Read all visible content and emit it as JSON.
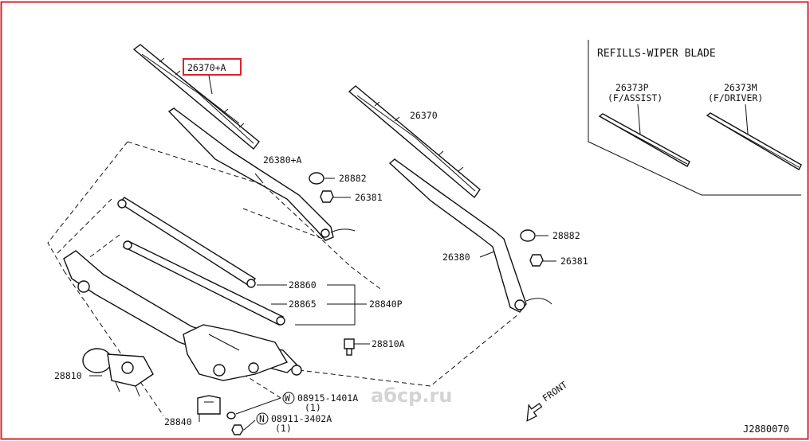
{
  "refills": {
    "title": "REFILLS-WIPER BLADE",
    "assist_part": "26373P",
    "assist_note": "(F/ASSIST)",
    "driver_part": "26373M",
    "driver_note": "(F/DRIVER)"
  },
  "labels": {
    "blade_left": "26370+A",
    "blade_right": "26370",
    "arm_left": "26380+A",
    "arm_right": "26380",
    "cap_left": "28882",
    "nut_left": "26381",
    "cap_right": "28882",
    "nut_right": "26381",
    "link_upper": "28860",
    "link_lower": "28865",
    "linkage_assy": "28840P",
    "bolt": "28810A",
    "motor": "28810",
    "bracket": "28840",
    "washer_code": "W",
    "washer_part": "08915-1401A",
    "washer_qty": "(1)",
    "nut_code": "N",
    "nut_part": "08911-3402A",
    "nut_qty": "(1)",
    "front": "FRONT"
  },
  "watermark": "aбcp.ru",
  "diagram_id": "J2880070",
  "colors": {
    "highlight": "#d9232d",
    "frame": "#d9232d",
    "ink": "#111111",
    "watermark": "#d4d4d4"
  },
  "icons": {
    "front_arrow": "arrow-down-left-icon"
  }
}
